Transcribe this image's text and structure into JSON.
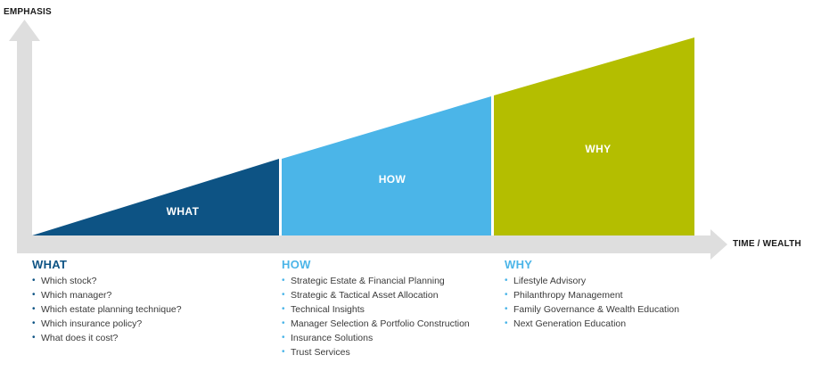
{
  "axes": {
    "y_label": "EMPHASIS",
    "x_label": "TIME / WEALTH"
  },
  "colors": {
    "what": "#0d5384",
    "how": "#4bb5e8",
    "why": "#b4be00",
    "axis": "#dedede"
  },
  "segments": [
    {
      "key": "what",
      "label": "WHAT"
    },
    {
      "key": "how",
      "label": "HOW"
    },
    {
      "key": "why",
      "label": "WHY"
    }
  ],
  "columns": [
    {
      "title": "WHAT",
      "items": [
        "Which stock?",
        "Which manager?",
        "Which estate planning technique?",
        "Which insurance policy?",
        "What does it cost?"
      ]
    },
    {
      "title": "HOW",
      "items": [
        "Strategic Estate & Financial Planning",
        "Strategic & Tactical Asset Allocation",
        "Technical Insights",
        "Manager Selection & Portfolio Construction",
        "Insurance Solutions",
        "Trust Services"
      ]
    },
    {
      "title": "WHY",
      "items": [
        "Lifestyle Advisory",
        "Philanthropy Management",
        "Family Governance & Wealth Education",
        "Next Generation Education"
      ]
    }
  ]
}
